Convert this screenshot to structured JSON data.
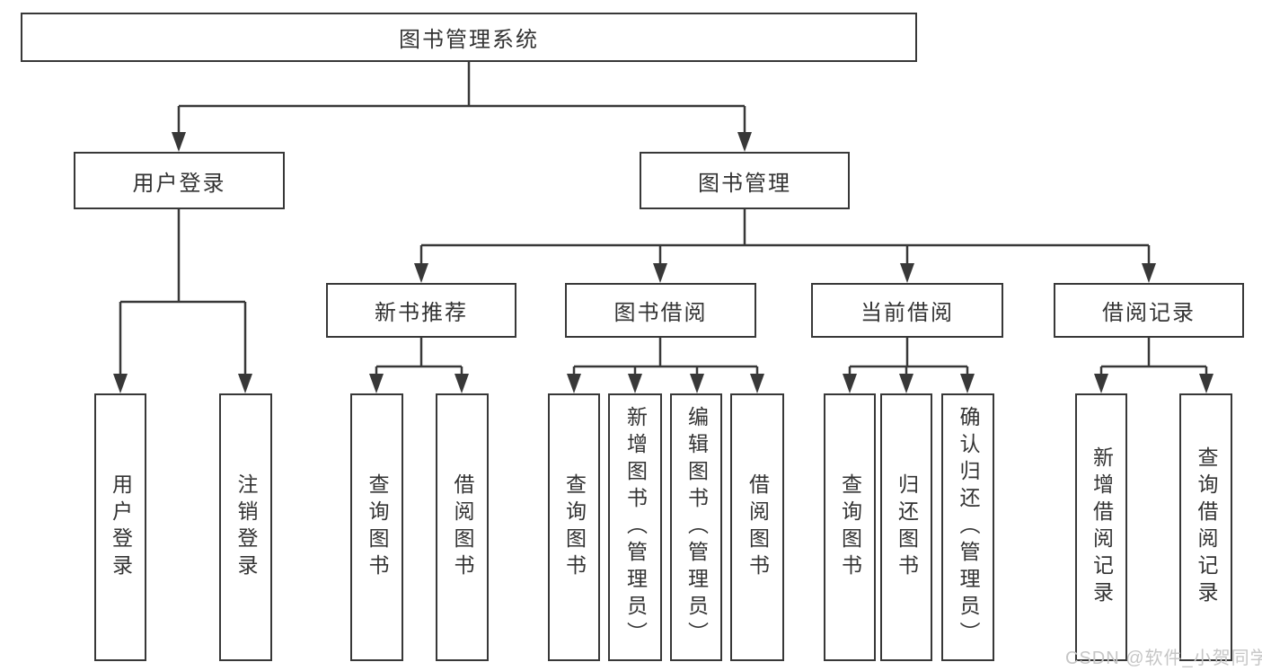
{
  "tree": {
    "root": {
      "label": "图书管理系统",
      "children": [
        {
          "label": "用户登录",
          "children": [
            {
              "label": "用户登录"
            },
            {
              "label": "注销登录"
            }
          ]
        },
        {
          "label": "图书管理",
          "children": [
            {
              "label": "新书推荐",
              "children": [
                {
                  "label": "查询图书"
                },
                {
                  "label": "借阅图书"
                }
              ]
            },
            {
              "label": "图书借阅",
              "children": [
                {
                  "label": "查询图书"
                },
                {
                  "label": "新增图书（管理员）"
                },
                {
                  "label": "编辑图书（管理员）"
                },
                {
                  "label": "借阅图书"
                }
              ]
            },
            {
              "label": "当前借阅",
              "children": [
                {
                  "label": "查询图书"
                },
                {
                  "label": "归还图书"
                },
                {
                  "label": "确认归还（管理员）"
                }
              ]
            },
            {
              "label": "借阅记录",
              "children": [
                {
                  "label": "新增借阅记录"
                },
                {
                  "label": "查询借阅记录"
                }
              ]
            }
          ]
        }
      ]
    }
  },
  "watermark": "CSDN @软件_小贺同学",
  "colors": {
    "line": "#383838",
    "text": "#333333",
    "background": "#ffffff",
    "watermark": "#c6c6c6"
  }
}
